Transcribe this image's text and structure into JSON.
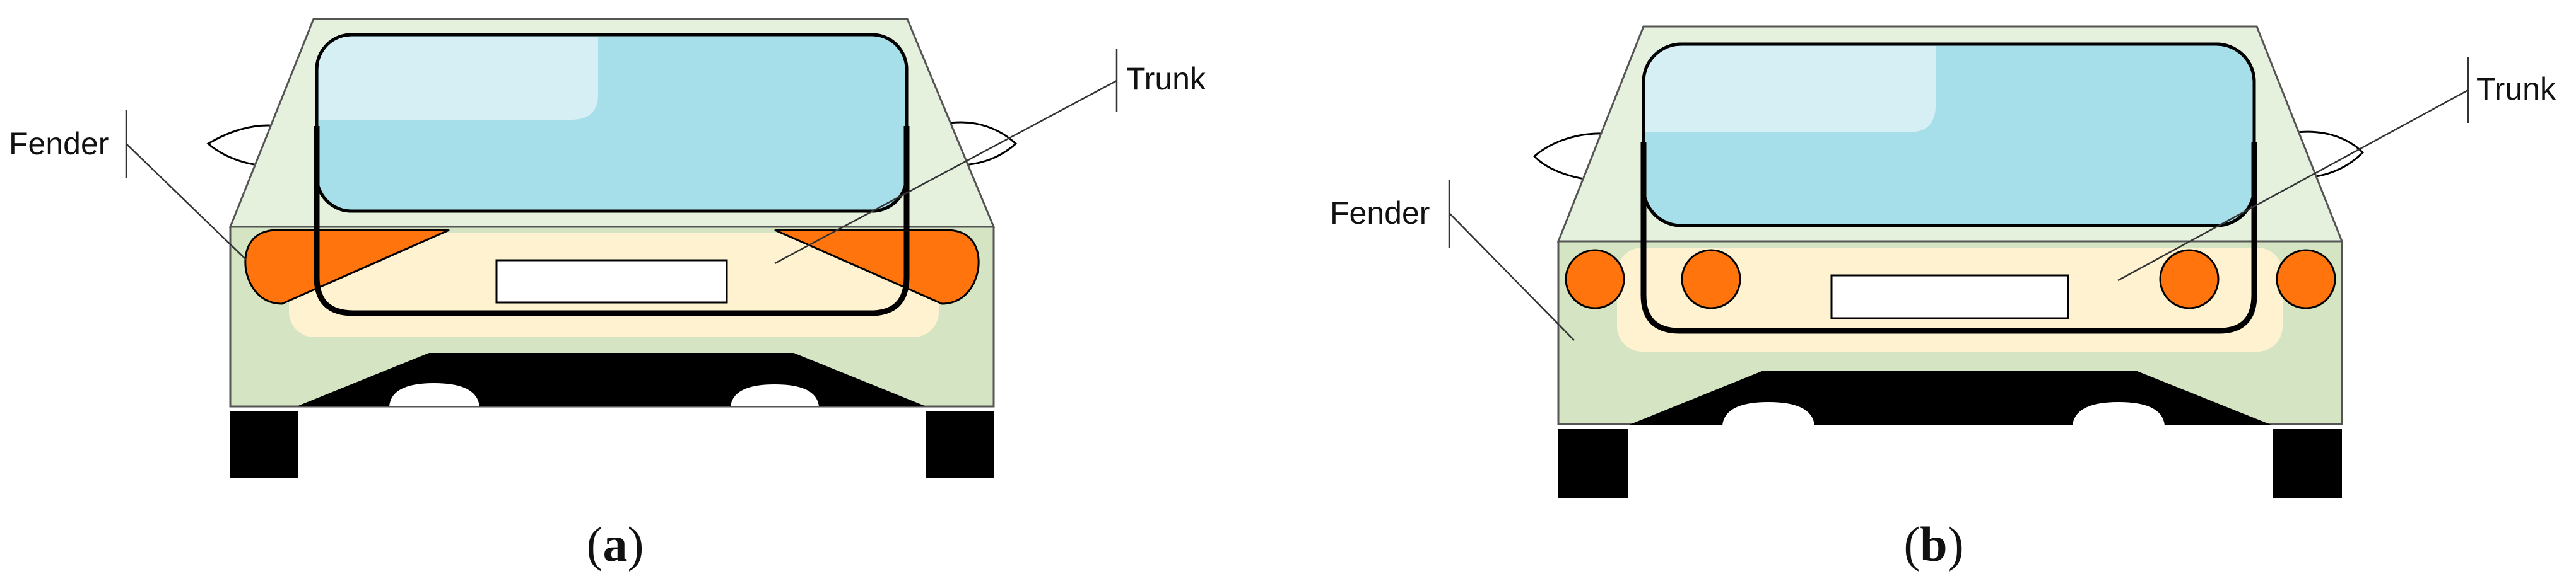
{
  "panels": [
    {
      "caption_letter": "a",
      "labels": {
        "fender": "Fender",
        "trunk": "Trunk"
      }
    },
    {
      "caption_letter": "b",
      "labels": {
        "fender": "Fender",
        "trunk": "Trunk"
      }
    }
  ],
  "colors": {
    "roof": "#E5F0DD",
    "body": "#D5E5C3",
    "window": "#A6DFEA",
    "window_highlight": "#D6EFF4",
    "trunk_area": "#FEF2D0",
    "lights": "#FF740C",
    "bumper": "#000000",
    "outline": "#000000"
  }
}
